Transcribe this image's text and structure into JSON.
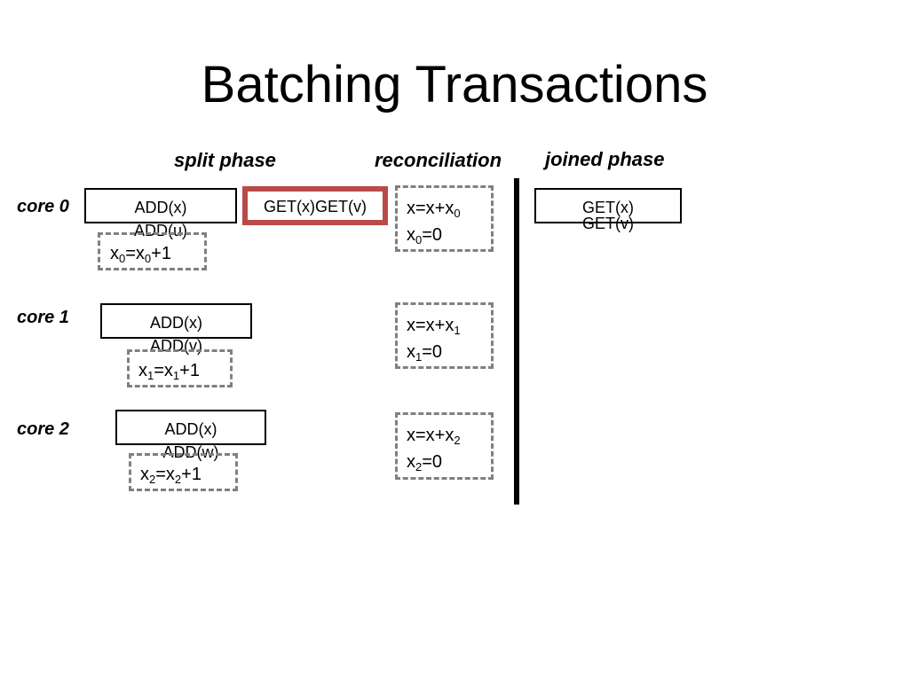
{
  "title": "Batching Transactions",
  "phases": {
    "split": "split phase",
    "reconciliation": "reconciliation",
    "joined": "joined phase"
  },
  "cores": [
    {
      "label": "core 0",
      "split_tx": [
        "ADD(x)",
        "ADD(u)"
      ],
      "local": {
        "var": "x",
        "sub": "0",
        "rhs_var": "x",
        "rhs_sub": "0",
        "rhs_tail": "+1"
      },
      "stalled_tx": "GET(x)GET(v)",
      "recon": {
        "line1_prefix": "x=x+x",
        "line1_sub": "0",
        "line2_var": "x",
        "line2_sub": "0",
        "line2_tail": "=0"
      },
      "joined_tx": [
        "GET(x)",
        "GET(v)"
      ]
    },
    {
      "label": "core 1",
      "split_tx": [
        "ADD(x)",
        "ADD(v)"
      ],
      "local": {
        "var": "x",
        "sub": "1",
        "rhs_var": "x",
        "rhs_sub": "1",
        "rhs_tail": "+1"
      },
      "recon": {
        "line1_prefix": "x=x+x",
        "line1_sub": "1",
        "line2_var": "x",
        "line2_sub": "1",
        "line2_tail": "=0"
      }
    },
    {
      "label": "core 2",
      "split_tx": [
        "ADD(x)",
        "ADD(w)"
      ],
      "local": {
        "var": "x",
        "sub": "2",
        "rhs_var": "x",
        "rhs_sub": "2",
        "rhs_tail": "+1"
      },
      "recon": {
        "line1_prefix": "x=x+x",
        "line1_sub": "2",
        "line2_var": "x",
        "line2_sub": "2",
        "line2_tail": "=0"
      }
    }
  ],
  "colors": {
    "highlight_border": "#b94a48",
    "dashed_border": "#808080",
    "divider": "#000000"
  }
}
